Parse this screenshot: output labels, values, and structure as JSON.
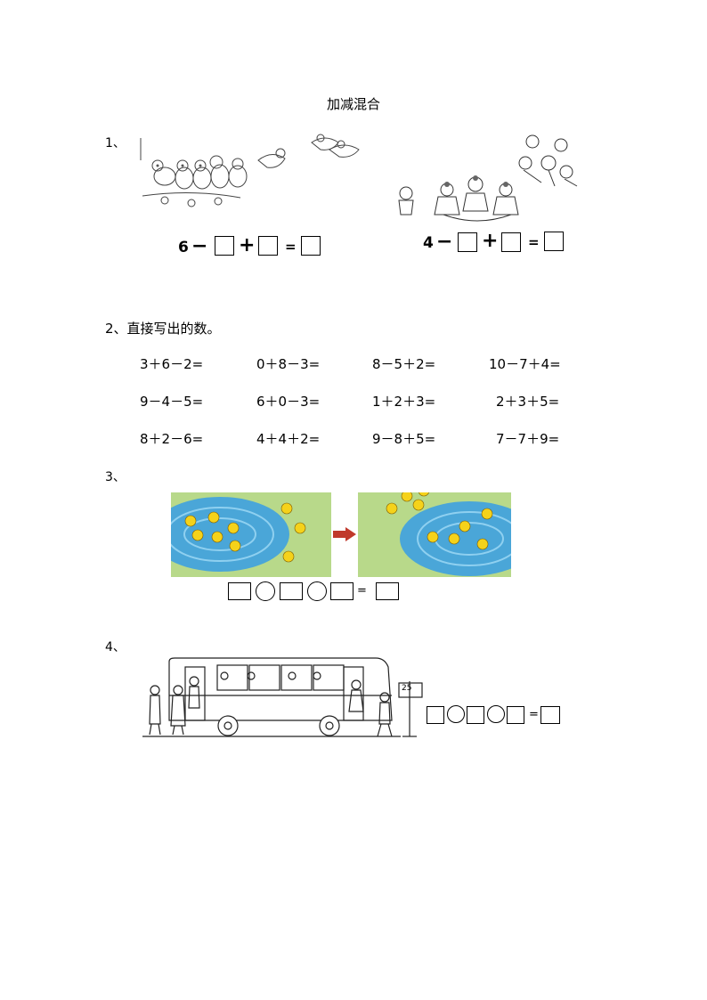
{
  "title": "加减混合",
  "q1": {
    "num": "1、",
    "left": {
      "start": "6",
      "op1": "−",
      "op2": "+",
      "eq": "="
    },
    "right": {
      "start": "4",
      "op1": "−",
      "op2": "+",
      "eq": "="
    }
  },
  "q2": {
    "num": "2、直接写出的数。",
    "rows": [
      [
        "3＋6－2=",
        "0＋8－3=",
        "8－5＋2=",
        "10－7＋4="
      ],
      [
        "9－4－5=",
        "6＋0－3=",
        "1＋2＋3=",
        "2＋3＋5="
      ],
      [
        "8＋2－6=",
        "4＋4＋2=",
        "9－8＋5=",
        "7－7＋9="
      ]
    ]
  },
  "q3": {
    "num": "3、",
    "eq": "="
  },
  "q4": {
    "num": "4、",
    "eq": "=",
    "bus_stop": "25"
  }
}
